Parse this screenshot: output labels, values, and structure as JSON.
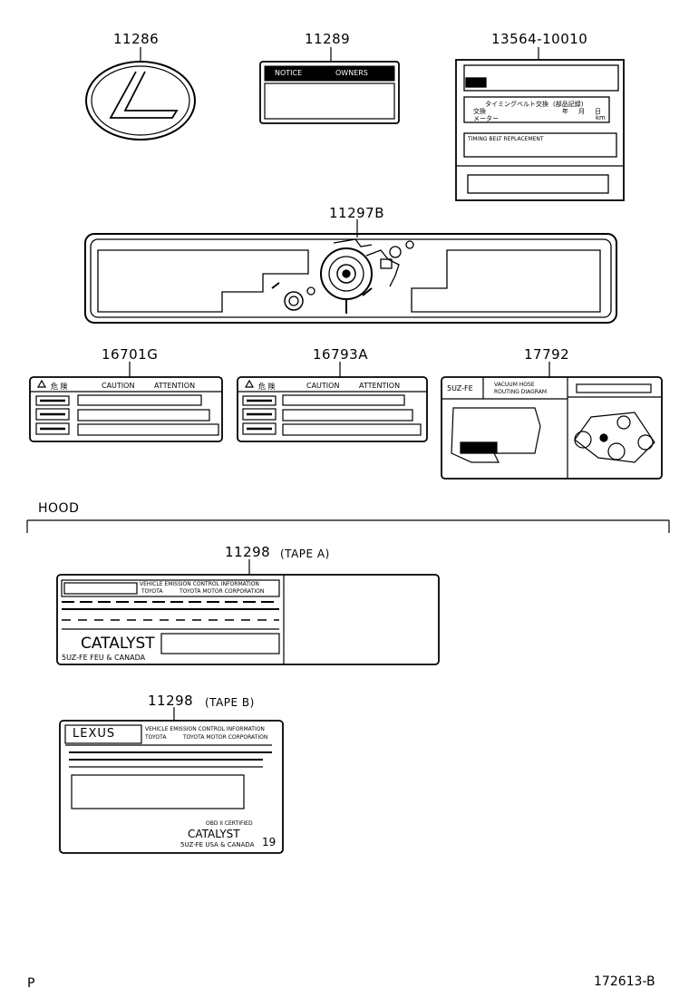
{
  "parts": {
    "p1": "11286",
    "p2": "11289",
    "p3": "13564-10010",
    "p4": "11297B",
    "p5": "16701G",
    "p6": "16793A",
    "p7": "17792",
    "p8": "11298",
    "p8_note": "(TAPE A)",
    "p9": "11298",
    "p9_note": "(TAPE B)"
  },
  "section": {
    "hood": "HOOD"
  },
  "label_text": {
    "notice": "NOTICE",
    "owners": "OWNERS",
    "caution1": "CAUTION",
    "attention1": "ATTENTION",
    "kiken1": "危 険",
    "caution2": "CAUTION",
    "attention2": "ATTENTION",
    "kiken2": "危 険",
    "engine_a": "5UZ-FE",
    "vacuum": "VACUUM HOSE",
    "routing": "ROUTING DIAGRAM",
    "timing_jp": "タイミングベルト交換",
    "timing_jp2": "(部品記録)",
    "koukan": "交換",
    "meter": "メーター",
    "nen": "年",
    "tsuki": "月",
    "hi": "日",
    "km": "km",
    "timing_en": "TIMING BELT REPLACEMENT",
    "vehicle_a": "VEHICLE EMISSION CONTROL INFORMATION",
    "toyota_a": "TOYOTA",
    "toyota_corp_a": "TOYOTA MOTOR CORPORATION",
    "catalyst_a": "CATALYST",
    "engine_note_a": "5UZ-FE FEU & CANADA",
    "lexus": "LEXUS",
    "vehicle_b": "VEHICLE EMISSION CONTROL INFORMATION",
    "toyota_b": "TOYOTA",
    "toyota_corp_b": "TOYOTA MOTOR CORPORATION",
    "obd": "OBD II CERTIFIED",
    "catalyst_b": "CATALYST",
    "engine_note_b": "5UZ-FE USA & CANADA",
    "year_b": "19"
  },
  "footer": {
    "left": "P",
    "right": "172613-B"
  }
}
